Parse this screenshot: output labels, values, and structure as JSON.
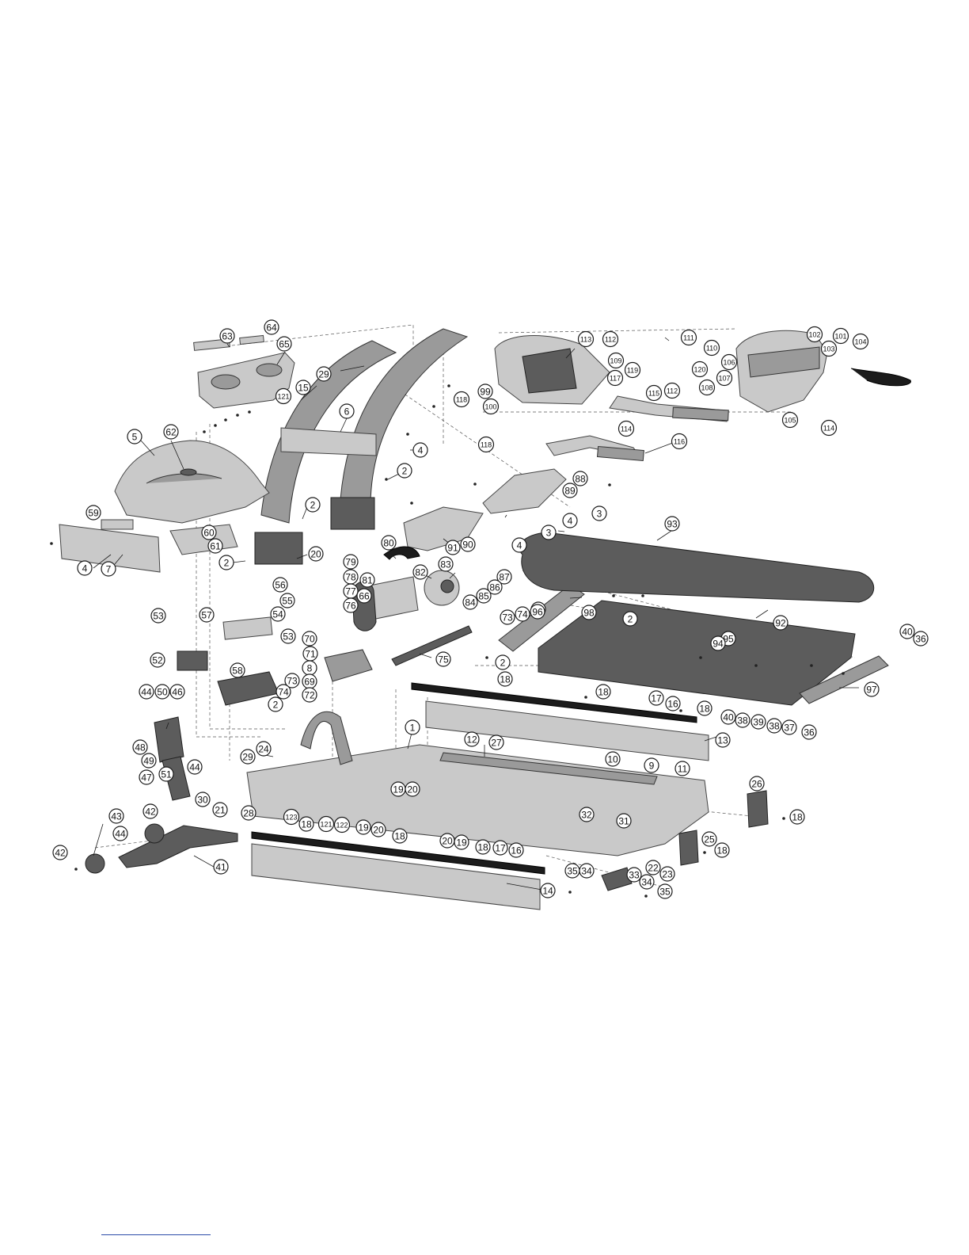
{
  "diagram": {
    "callouts": [
      {
        "label": "63"
      },
      {
        "label": "64"
      },
      {
        "label": "65"
      },
      {
        "label": "121"
      },
      {
        "label": "29"
      },
      {
        "label": "15"
      },
      {
        "label": "6"
      },
      {
        "label": "4"
      },
      {
        "label": "5"
      },
      {
        "label": "62"
      },
      {
        "label": "2"
      },
      {
        "label": "2"
      },
      {
        "label": "59"
      },
      {
        "label": "60"
      },
      {
        "label": "61"
      },
      {
        "label": "2"
      },
      {
        "label": "20"
      },
      {
        "label": "4"
      },
      {
        "label": "7"
      },
      {
        "label": "113"
      },
      {
        "label": "112"
      },
      {
        "label": "111"
      },
      {
        "label": "110"
      },
      {
        "label": "109"
      },
      {
        "label": "119"
      },
      {
        "label": "117"
      },
      {
        "label": "120"
      },
      {
        "label": "99"
      },
      {
        "label": "118"
      },
      {
        "label": "100"
      },
      {
        "label": "115"
      },
      {
        "label": "112"
      },
      {
        "label": "108"
      },
      {
        "label": "114"
      },
      {
        "label": "116"
      },
      {
        "label": "118"
      },
      {
        "label": "102"
      },
      {
        "label": "101"
      },
      {
        "label": "104"
      },
      {
        "label": "103"
      },
      {
        "label": "106"
      },
      {
        "label": "107"
      },
      {
        "label": "105"
      },
      {
        "label": "114"
      },
      {
        "label": "88"
      },
      {
        "label": "89"
      },
      {
        "label": "3"
      },
      {
        "label": "4"
      },
      {
        "label": "3"
      },
      {
        "label": "91"
      },
      {
        "label": "90"
      },
      {
        "label": "4"
      },
      {
        "label": "80"
      },
      {
        "label": "79"
      },
      {
        "label": "78"
      },
      {
        "label": "77"
      },
      {
        "label": "76"
      },
      {
        "label": "81"
      },
      {
        "label": "66"
      },
      {
        "label": "82"
      },
      {
        "label": "83"
      },
      {
        "label": "87"
      },
      {
        "label": "86"
      },
      {
        "label": "85"
      },
      {
        "label": "84"
      },
      {
        "label": "73"
      },
      {
        "label": "74"
      },
      {
        "label": "2"
      },
      {
        "label": "98"
      },
      {
        "label": "2"
      },
      {
        "label": "93"
      },
      {
        "label": "96"
      },
      {
        "label": "95"
      },
      {
        "label": "94"
      },
      {
        "label": "92"
      },
      {
        "label": "40"
      },
      {
        "label": "36"
      },
      {
        "label": "56"
      },
      {
        "label": "55"
      },
      {
        "label": "57"
      },
      {
        "label": "54"
      },
      {
        "label": "53"
      },
      {
        "label": "53"
      },
      {
        "label": "52"
      },
      {
        "label": "58"
      },
      {
        "label": "70"
      },
      {
        "label": "71"
      },
      {
        "label": "8"
      },
      {
        "label": "69"
      },
      {
        "label": "72"
      },
      {
        "label": "73"
      },
      {
        "label": "74"
      },
      {
        "label": "2"
      },
      {
        "label": "75"
      },
      {
        "label": "2"
      },
      {
        "label": "18"
      },
      {
        "label": "18"
      },
      {
        "label": "17"
      },
      {
        "label": "16"
      },
      {
        "label": "18"
      },
      {
        "label": "97"
      },
      {
        "label": "40"
      },
      {
        "label": "38"
      },
      {
        "label": "39"
      },
      {
        "label": "38"
      },
      {
        "label": "37"
      },
      {
        "label": "36"
      },
      {
        "label": "13"
      },
      {
        "label": "44"
      },
      {
        "label": "50"
      },
      {
        "label": "46"
      },
      {
        "label": "48"
      },
      {
        "label": "49"
      },
      {
        "label": "44"
      },
      {
        "label": "47"
      },
      {
        "label": "51"
      },
      {
        "label": "29"
      },
      {
        "label": "24"
      },
      {
        "label": "1"
      },
      {
        "label": "12"
      },
      {
        "label": "27"
      },
      {
        "label": "10"
      },
      {
        "label": "9"
      },
      {
        "label": "11"
      },
      {
        "label": "30"
      },
      {
        "label": "21"
      },
      {
        "label": "28"
      },
      {
        "label": "123"
      },
      {
        "label": "19"
      },
      {
        "label": "20"
      },
      {
        "label": "18"
      },
      {
        "label": "121"
      },
      {
        "label": "122"
      },
      {
        "label": "19"
      },
      {
        "label": "20"
      },
      {
        "label": "26"
      },
      {
        "label": "18"
      },
      {
        "label": "43"
      },
      {
        "label": "42"
      },
      {
        "label": "44"
      },
      {
        "label": "42"
      },
      {
        "label": "41"
      },
      {
        "label": "18"
      },
      {
        "label": "20"
      },
      {
        "label": "19"
      },
      {
        "label": "32"
      },
      {
        "label": "31"
      },
      {
        "label": "18"
      },
      {
        "label": "17"
      },
      {
        "label": "16"
      },
      {
        "label": "25"
      },
      {
        "label": "18"
      },
      {
        "label": "22"
      },
      {
        "label": "23"
      },
      {
        "label": "35"
      },
      {
        "label": "34"
      },
      {
        "label": "33"
      },
      {
        "label": "34"
      },
      {
        "label": "35"
      },
      {
        "label": "14"
      }
    ]
  }
}
